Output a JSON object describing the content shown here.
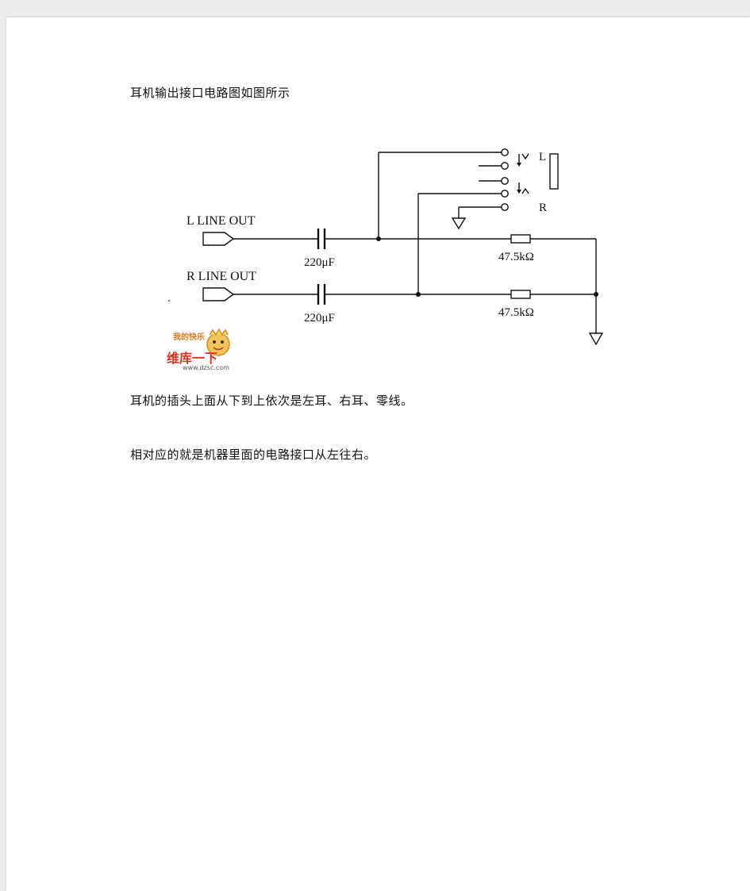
{
  "document": {
    "heading": "耳机输出接口电路图如图所示",
    "paragraphs": [
      "耳机的插头上面从下到上依次是左耳、右耳、零线。",
      "相对应的就是机器里面的电路接口从左往右。"
    ]
  },
  "diagram": {
    "l_input_label": "L LINE OUT",
    "r_input_label": "R LINE OUT",
    "l_capacitor_label": "220μF",
    "r_capacitor_label": "220μF",
    "l_resistor_label": "47.5kΩ",
    "r_resistor_label": "47.5kΩ",
    "jack_l_label": "L",
    "jack_r_label": "R"
  },
  "watermark": {
    "brand_text": "维库一下",
    "site_url": "www.dzsc.com",
    "tagline": "我的快乐"
  }
}
